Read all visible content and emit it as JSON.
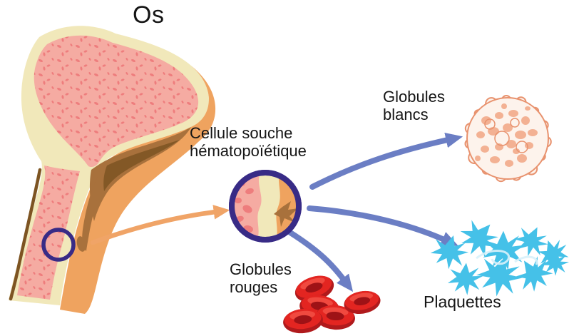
{
  "labels": {
    "bone": "Os",
    "stem_cell": "Cellule souche\nhématopoïétique",
    "white_blood_cells": "Globules\nblancs",
    "red_blood_cells": "Globules\nrouges",
    "platelets": "Plaquettes"
  },
  "colors": {
    "background": "#ffffff",
    "text": "#151515",
    "indigo-ring": "#382b86",
    "arrow-orange": "#f0a467",
    "arrow-blue": "#6b7ec4",
    "bone-cream": "#f1e8ba",
    "bone-orange": "#efa35f",
    "bone-brown": "#a8713c",
    "bone-brown-dark": "#7d5422",
    "marrow-pink": "#f5aba2",
    "speckle-pink": "#ee7d7d",
    "wbc-bg": "#fdf3ec",
    "wbc-line": "#e8926e",
    "wbc-fill": "#f3b193",
    "platelet-blue": "#45c1e8",
    "rbc-red": "#e32521",
    "rbc-dark": "#9e1216",
    "rbc-shade": "#b01a1c",
    "rbc-highlight": "#f25044"
  }
}
